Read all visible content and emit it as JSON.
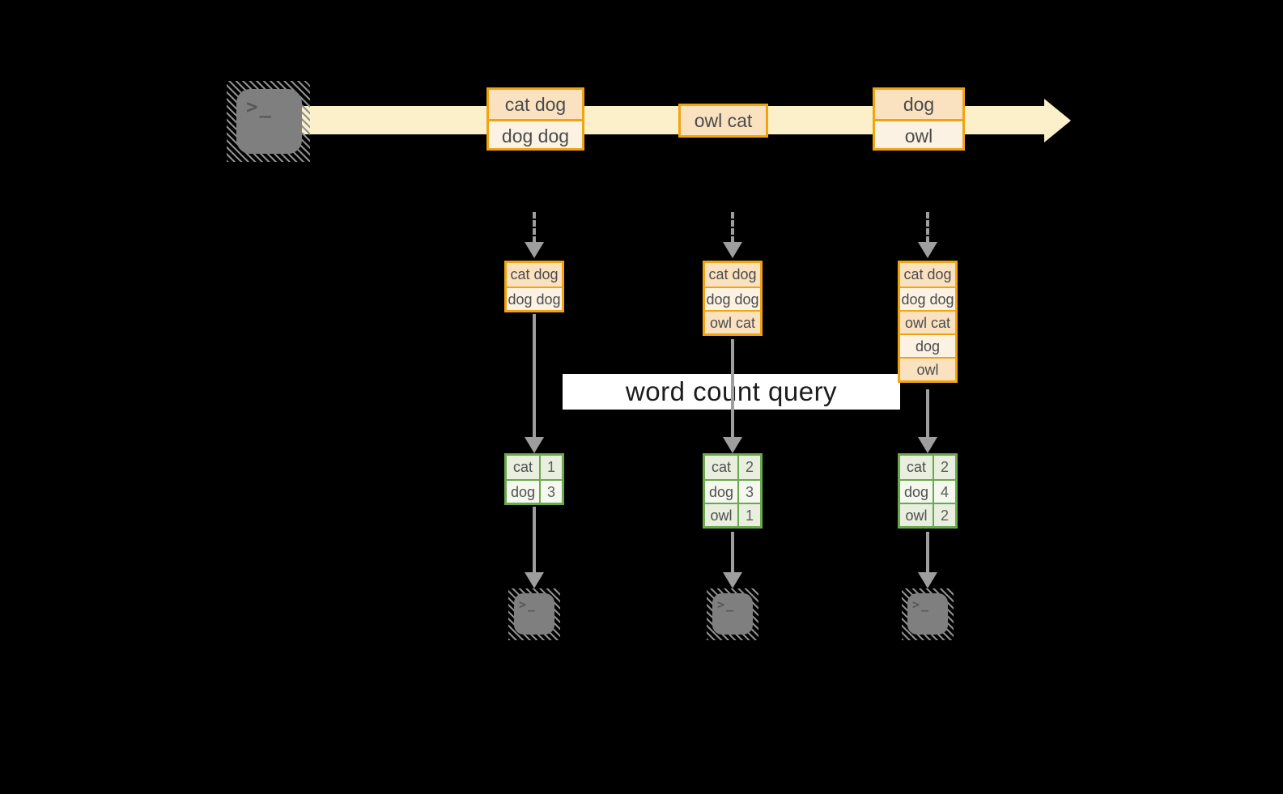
{
  "banner": {
    "label": "word count query"
  },
  "source_terminal": {
    "prompt": ">_"
  },
  "stream": {
    "events": [
      {
        "rows": [
          "cat dog",
          "dog dog"
        ]
      },
      {
        "rows": [
          "owl cat"
        ]
      },
      {
        "rows": [
          "dog",
          "owl"
        ]
      }
    ]
  },
  "workers": [
    {
      "buffer": [
        "cat dog",
        "dog dog"
      ],
      "counts": [
        {
          "word": "cat",
          "count": "1"
        },
        {
          "word": "dog",
          "count": "3"
        }
      ],
      "terminal_prompt": ">_"
    },
    {
      "buffer": [
        "cat dog",
        "dog dog",
        "owl cat"
      ],
      "counts": [
        {
          "word": "cat",
          "count": "2"
        },
        {
          "word": "dog",
          "count": "3"
        },
        {
          "word": "owl",
          "count": "1"
        }
      ],
      "terminal_prompt": ">_"
    },
    {
      "buffer": [
        "cat dog",
        "dog dog",
        "owl cat",
        "dog",
        "owl"
      ],
      "counts": [
        {
          "word": "cat",
          "count": "2"
        },
        {
          "word": "dog",
          "count": "4"
        },
        {
          "word": "owl",
          "count": "2"
        }
      ],
      "terminal_prompt": ">_"
    }
  ],
  "colors": {
    "background": "#000000",
    "stream_fill": "#FBF0C9",
    "event_fill_dark": "#FAE2C1",
    "event_fill_light": "#FCF2E3",
    "event_border": "#F0A410",
    "table_border": "#6CA94E",
    "table_fill_dark": "#E8EFDF",
    "table_fill_light": "#F4F8EF",
    "arrow_gray": "#9E9E9E",
    "terminal_gray": "#7F7F7F",
    "banner_bg": "#FFFFFF",
    "banner_text": "#1C1C1C"
  }
}
